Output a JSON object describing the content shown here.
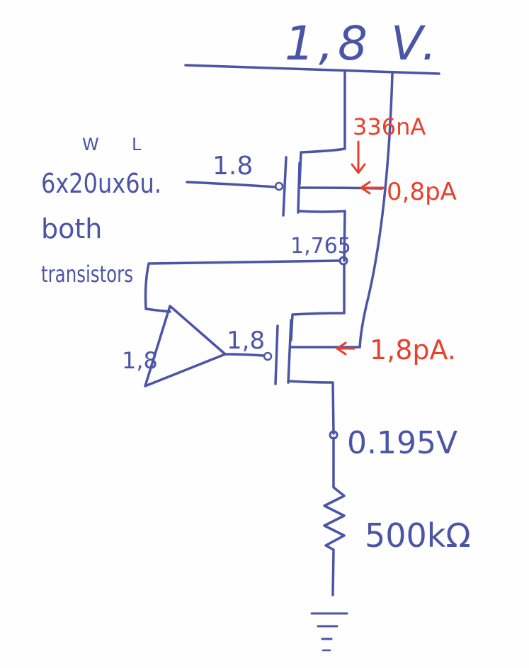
{
  "colors": {
    "ink_blue": "#4b55a6",
    "ink_red": "#e8402c",
    "paper": "#fefefe"
  },
  "labels": {
    "supply_voltage": "1,8 V.",
    "top_gate_voltage": "1.8",
    "transistor_w_label": "W",
    "transistor_l_label": "L",
    "transistor_size": "6x20ux6u.",
    "both_label": "both",
    "transistors_label": "transistors",
    "mid_node_voltage": "1,765",
    "buffer_input": "1,8",
    "buffer_output": "1,8",
    "source_node_voltage": "0.195V",
    "resistor_value": "500kΩ"
  },
  "currents": {
    "drain_current": "336nA",
    "top_bulk_current": "0,8pA",
    "bottom_bulk_current": "1,8pA."
  }
}
